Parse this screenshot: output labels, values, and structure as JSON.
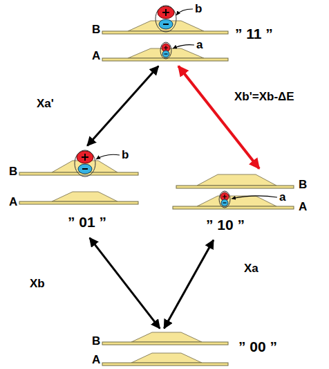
{
  "diagram": {
    "nodes": [
      {
        "text": [
          "B",
          "b",
          "A",
          "a",
          "” 11 ”"
        ]
      },
      {
        "text": [
          "B",
          "b",
          "A",
          "” 01 ”"
        ]
      },
      {
        "text": [
          "B",
          "A",
          "a",
          "” 10 ”"
        ]
      },
      {
        "text": [
          "B",
          "A",
          "” 00 ”"
        ]
      }
    ],
    "edges": [
      {
        "from": 1,
        "to": 0,
        "arrow": "both",
        "label": "Xa'"
      },
      {
        "from": 2,
        "to": 0,
        "arrow": "both",
        "label": "Xb'=Xb-ΔE"
      },
      {
        "from": 3,
        "to": 1,
        "arrow": "both",
        "label": "Xb"
      },
      {
        "from": 3,
        "to": 2,
        "arrow": "both",
        "label": "Xa"
      }
    ]
  }
}
